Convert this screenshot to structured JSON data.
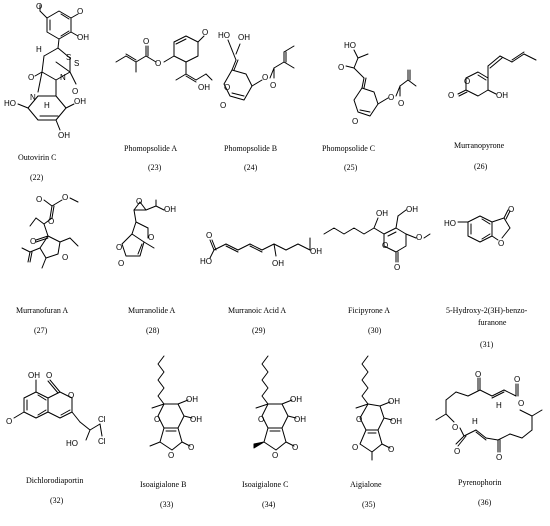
{
  "compounds": [
    {
      "name": "Outovirin C",
      "number": "(22)"
    },
    {
      "name": "Phomopsolide A",
      "number": "(23)"
    },
    {
      "name": "Phomopsolide B",
      "number": "(24)"
    },
    {
      "name": "Phomopsolide C",
      "number": "(25)"
    },
    {
      "name": "Murranopyrone",
      "number": "(26)"
    },
    {
      "name": "Murranofuran A",
      "number": "(27)"
    },
    {
      "name": "Murranolide A",
      "number": "(28)"
    },
    {
      "name": "Murranoic Acid A",
      "number": "(29)"
    },
    {
      "name": "Ficipyrone A",
      "number": "(30)"
    },
    {
      "name": "5-Hydroxy-2(3H)-benzo-",
      "name2": "furanone",
      "number": "(31)"
    },
    {
      "name": "Dichlorodiaportin",
      "number": "(32)"
    },
    {
      "name": "Isoaigialone B",
      "number": "(33)"
    },
    {
      "name": "Isoaigialone C",
      "number": "(34)"
    },
    {
      "name": "Aigialone",
      "number": "(35)"
    },
    {
      "name": "Pyrenophorin",
      "number": "(36)"
    }
  ],
  "atoms": {
    "O": "O",
    "OH": "OH",
    "HO": "HO",
    "H": "H",
    "S": "S",
    "N": "N",
    "Cl": "Cl"
  }
}
